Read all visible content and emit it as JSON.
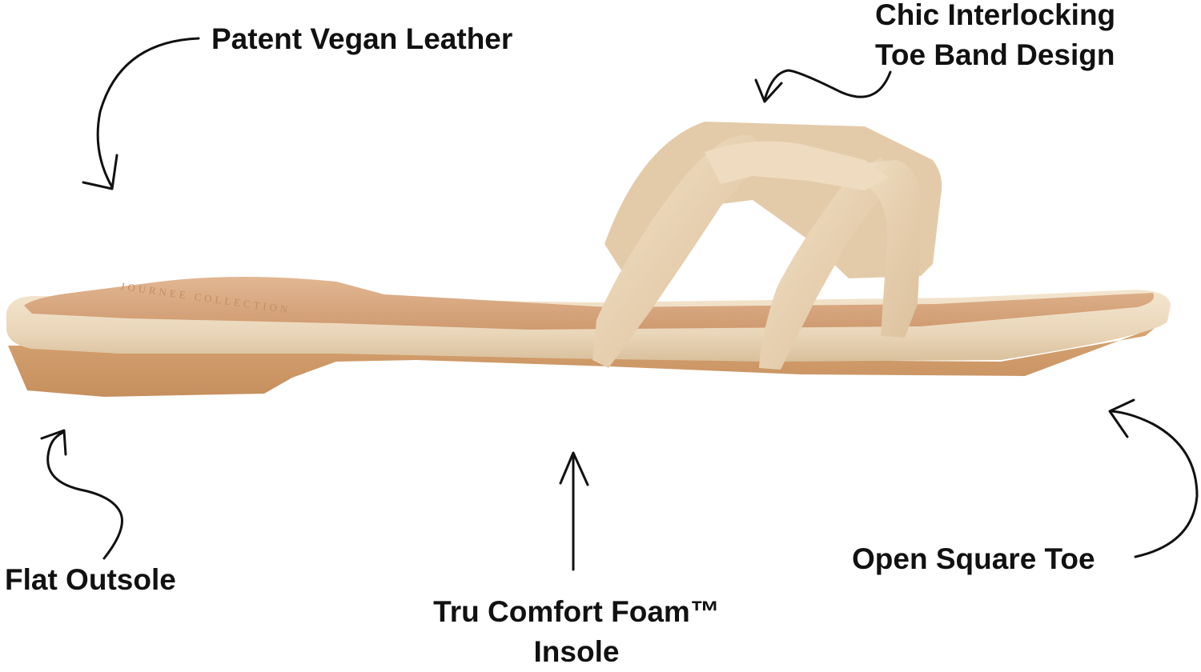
{
  "callouts": {
    "patent": "Patent Vegan Leather",
    "chic_line1": "Chic Interlocking",
    "chic_line2": "Toe Band Design",
    "outsole": "Flat Outsole",
    "insole_line1": "Tru Comfort Foam™",
    "insole_line2": "Insole",
    "toe": "Open Square Toe"
  },
  "insole_brand": "JOURNEE COLLECTION",
  "colors": {
    "strap": "#e8d2b4",
    "footbed": "#d9a984",
    "outsole": "#d19c6b",
    "text": "#111111"
  }
}
